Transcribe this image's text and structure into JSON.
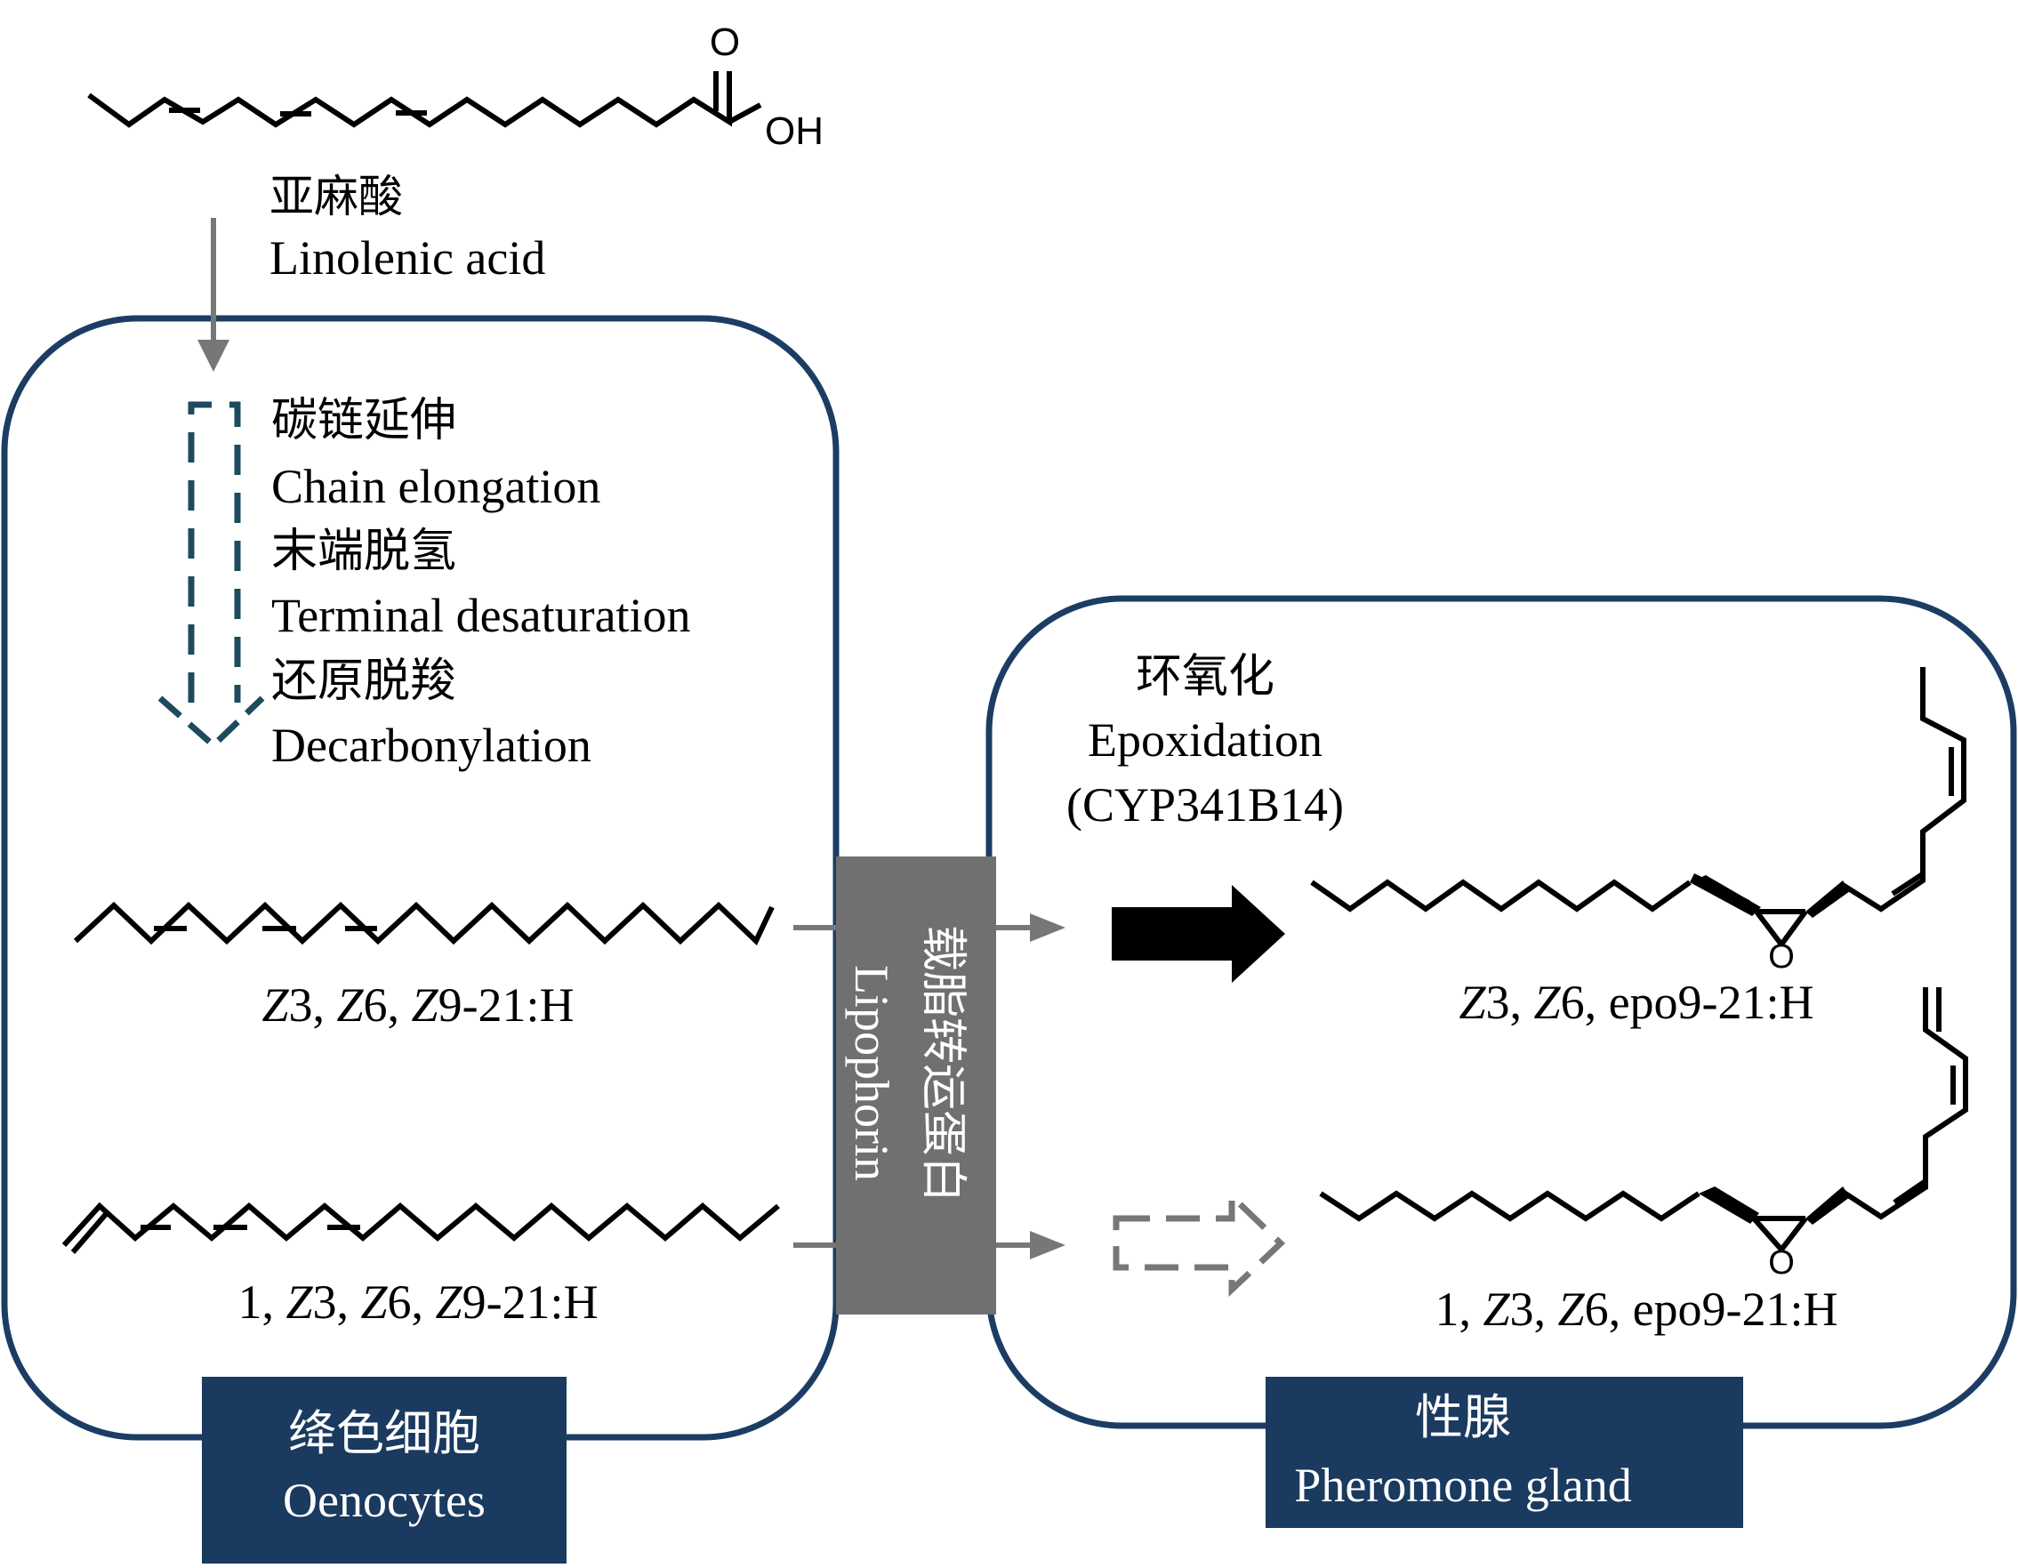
{
  "precursor": {
    "name_cn": "亚麻酸",
    "name_en": "Linolenic acid",
    "atom_o": "O",
    "atom_oh": "OH"
  },
  "oenocyte_steps": [
    {
      "cn": "碳链延伸",
      "en": "Chain elongation"
    },
    {
      "cn": "末端脱氢",
      "en": "Terminal desaturation"
    },
    {
      "cn": "还原脱羧",
      "en": "Decarbonylation"
    }
  ],
  "oenocyte_products": [
    {
      "prefix": "",
      "label_parts": [
        "Z",
        "3, ",
        "Z",
        "6, ",
        "Z",
        "9-21:H"
      ]
    },
    {
      "prefix": "1, ",
      "label_parts": [
        "Z",
        "3, ",
        "Z",
        "6, ",
        "Z",
        "9-21:H"
      ]
    }
  ],
  "transporter": {
    "cn": "载脂转运蛋白",
    "en": "Lipophorin"
  },
  "epoxidation": {
    "cn": "环氧化",
    "en": "Epoxidation",
    "enzyme": "(CYP341B14)"
  },
  "gland_products": [
    {
      "label_parts": [
        "",
        "Z",
        "3, ",
        "Z",
        "6, epo9-21:H"
      ],
      "atom": "O"
    },
    {
      "label_parts": [
        "1, ",
        "Z",
        "3, ",
        "Z",
        "6, epo9-21:H"
      ],
      "atom": "O"
    }
  ],
  "compartments": {
    "left": {
      "cn": "绛色细胞",
      "en": "Oenocytes"
    },
    "right": {
      "cn": "性腺",
      "en": "Pheromone gland"
    }
  },
  "colors": {
    "box_border": "#1c3d63",
    "label_fill": "#1a3a5f",
    "dashed_arrow": "#1e4a5e",
    "grey": "#707070",
    "black": "#000000"
  }
}
